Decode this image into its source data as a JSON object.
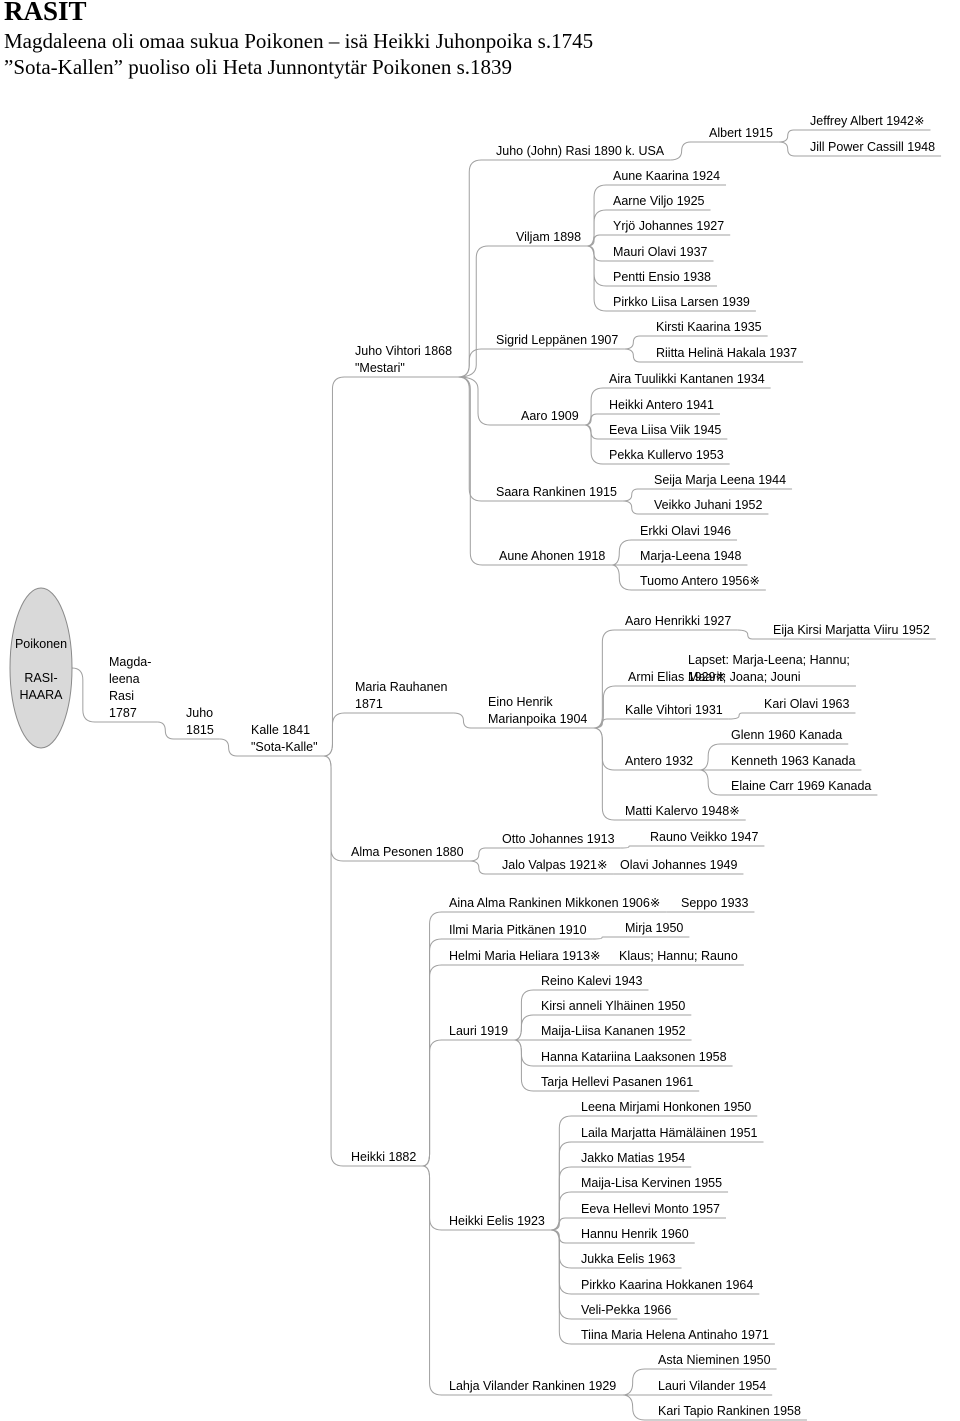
{
  "header": {
    "title": "RASIT",
    "line1": "Magdaleena oli omaa sukua Poikonen – isä Heikki Juhonpoika s.1745",
    "line2": "”Sota-Kallen” puoliso oli Heta Junnontytär Poikonen s.1839"
  },
  "tree": {
    "root": {
      "line1": "Poikonen",
      "line2": "RASI-",
      "line3": "HAARA"
    },
    "nodes": [
      {
        "id": "magdaleena",
        "lines": [
          "Magda-",
          "leena",
          "Rasi",
          "1787"
        ]
      },
      {
        "id": "juho1815",
        "lines": [
          "Juho",
          "1815"
        ]
      },
      {
        "id": "kalle1841",
        "lines": [
          "Kalle 1841",
          "\"Sota-Kalle\""
        ]
      },
      {
        "id": "juhovihtori",
        "lines": [
          "Juho Vihtori 1868",
          "\"Mestari\""
        ]
      },
      {
        "id": "mariarauhanen",
        "lines": [
          "Maria Rauhanen",
          "1871"
        ]
      },
      {
        "id": "almapesonen",
        "lines": [
          "Alma Pesonen 1880"
        ]
      },
      {
        "id": "heikki1882",
        "lines": [
          "Heikki 1882"
        ]
      },
      {
        "id": "juhojohn",
        "lines": [
          "Juho (John) Rasi 1890 k. USA"
        ]
      },
      {
        "id": "albert",
        "lines": [
          "Albert 1915"
        ]
      },
      {
        "id": "jeffrey",
        "lines": [
          "Jeffrey Albert 1942※"
        ]
      },
      {
        "id": "jill",
        "lines": [
          "Jill Power Cassill 1948"
        ]
      },
      {
        "id": "viljam",
        "lines": [
          "Viljam 1898"
        ]
      },
      {
        "id": "aune1924",
        "lines": [
          "Aune Kaarina 1924"
        ]
      },
      {
        "id": "aarne",
        "lines": [
          "Aarne Viljo 1925"
        ]
      },
      {
        "id": "yrjo",
        "lines": [
          "Yrjö Johannes 1927"
        ]
      },
      {
        "id": "mauri",
        "lines": [
          "Mauri Olavi 1937"
        ]
      },
      {
        "id": "pentti",
        "lines": [
          "Pentti Ensio 1938"
        ]
      },
      {
        "id": "pirkko1939",
        "lines": [
          "Pirkko Liisa Larsen 1939"
        ]
      },
      {
        "id": "sigrid",
        "lines": [
          "Sigrid Leppänen 1907"
        ]
      },
      {
        "id": "kirsti",
        "lines": [
          "Kirsti Kaarina 1935"
        ]
      },
      {
        "id": "riitta",
        "lines": [
          "Riitta Helinä Hakala 1937"
        ]
      },
      {
        "id": "aaro1909",
        "lines": [
          "Aaro 1909"
        ]
      },
      {
        "id": "aira",
        "lines": [
          "Aira Tuulikki Kantanen 1934"
        ]
      },
      {
        "id": "heikkiantero",
        "lines": [
          "Heikki Antero 1941"
        ]
      },
      {
        "id": "eeva",
        "lines": [
          "Eeva Liisa Viik 1945"
        ]
      },
      {
        "id": "pekka",
        "lines": [
          "Pekka Kullervo 1953"
        ]
      },
      {
        "id": "saara",
        "lines": [
          "Saara Rankinen 1915"
        ]
      },
      {
        "id": "seija",
        "lines": [
          "Seija Marja Leena 1944"
        ]
      },
      {
        "id": "veikko",
        "lines": [
          "Veikko Juhani 1952"
        ]
      },
      {
        "id": "auneahonen",
        "lines": [
          "Aune Ahonen 1918"
        ]
      },
      {
        "id": "erkki",
        "lines": [
          "Erkki Olavi 1946"
        ]
      },
      {
        "id": "marjaleena",
        "lines": [
          "Marja-Leena 1948"
        ]
      },
      {
        "id": "tuomo",
        "lines": [
          "Tuomo Antero 1956※"
        ]
      },
      {
        "id": "einohenrik",
        "lines": [
          "Eino Henrik",
          "Marianpoika 1904"
        ]
      },
      {
        "id": "aarohenrikki",
        "lines": [
          "Aaro Henrikki 1927"
        ]
      },
      {
        "id": "eija",
        "lines": [
          "Eija Kirsi Marjatta Viiru 1952"
        ]
      },
      {
        "id": "armi",
        "lines": [
          "Armi Elias 1929※"
        ]
      },
      {
        "id": "lapset",
        "lines": [
          "Lapset: Marja-Leena; Hannu;",
          "Maarit; Joana; Jouni"
        ]
      },
      {
        "id": "kallevihtori",
        "lines": [
          "Kalle Vihtori 1931"
        ]
      },
      {
        "id": "kariolavi",
        "lines": [
          "Kari Olavi 1963"
        ]
      },
      {
        "id": "antero1932",
        "lines": [
          "Antero 1932"
        ]
      },
      {
        "id": "glenn",
        "lines": [
          "Glenn 1960 Kanada"
        ]
      },
      {
        "id": "kenneth",
        "lines": [
          "Kenneth 1963 Kanada"
        ]
      },
      {
        "id": "elaine",
        "lines": [
          "Elaine Carr 1969 Kanada"
        ]
      },
      {
        "id": "matti",
        "lines": [
          "Matti Kalervo 1948※"
        ]
      },
      {
        "id": "otto",
        "lines": [
          "Otto Johannes 1913"
        ]
      },
      {
        "id": "rauno",
        "lines": [
          "Rauno Veikko 1947"
        ]
      },
      {
        "id": "jalo",
        "lines": [
          "Jalo Valpas 1921※"
        ]
      },
      {
        "id": "olavi",
        "lines": [
          "Olavi Johannes 1949"
        ]
      },
      {
        "id": "aina",
        "lines": [
          "Aina Alma Rankinen Mikkonen 1906※"
        ]
      },
      {
        "id": "seppo",
        "lines": [
          "Seppo 1933"
        ]
      },
      {
        "id": "ilmi",
        "lines": [
          "Ilmi Maria Pitkänen 1910"
        ]
      },
      {
        "id": "mirja",
        "lines": [
          "Mirja 1950"
        ]
      },
      {
        "id": "helmi",
        "lines": [
          "Helmi Maria Heliara 1913※"
        ]
      },
      {
        "id": "klaus",
        "lines": [
          "Klaus; Hannu; Rauno"
        ]
      },
      {
        "id": "lauri1919",
        "lines": [
          "Lauri 1919"
        ]
      },
      {
        "id": "reino",
        "lines": [
          "Reino Kalevi 1943"
        ]
      },
      {
        "id": "kirsianneli",
        "lines": [
          "Kirsi anneli Ylhäinen 1950"
        ]
      },
      {
        "id": "maijaliisa",
        "lines": [
          "Maija-Liisa Kananen 1952"
        ]
      },
      {
        "id": "hanna",
        "lines": [
          "Hanna Katariina Laaksonen 1958"
        ]
      },
      {
        "id": "tarja",
        "lines": [
          "Tarja Hellevi Pasanen 1961"
        ]
      },
      {
        "id": "heikkieelis",
        "lines": [
          "Heikki Eelis 1923"
        ]
      },
      {
        "id": "leena",
        "lines": [
          "Leena Mirjami Honkonen 1950"
        ]
      },
      {
        "id": "laila",
        "lines": [
          "Laila Marjatta Hämäläinen 1951"
        ]
      },
      {
        "id": "jakko",
        "lines": [
          "Jakko Matias 1954"
        ]
      },
      {
        "id": "maijalisa",
        "lines": [
          "Maija-Lisa Kervinen 1955"
        ]
      },
      {
        "id": "eevahellevi",
        "lines": [
          "Eeva Hellevi Monto 1957"
        ]
      },
      {
        "id": "hannuhenrik",
        "lines": [
          "Hannu Henrik 1960"
        ]
      },
      {
        "id": "jukka",
        "lines": [
          "Jukka Eelis 1963"
        ]
      },
      {
        "id": "pirkkokaarina",
        "lines": [
          "Pirkko Kaarina Hokkanen 1964"
        ]
      },
      {
        "id": "velipekka",
        "lines": [
          "Veli-Pekka 1966"
        ]
      },
      {
        "id": "tiina",
        "lines": [
          "Tiina Maria Helena Antinaho 1971"
        ]
      },
      {
        "id": "lahja",
        "lines": [
          "Lahja Vilander Rankinen 1929"
        ]
      },
      {
        "id": "asta",
        "lines": [
          "Asta Nieminen 1950"
        ]
      },
      {
        "id": "laurivilander",
        "lines": [
          "Lauri Vilander 1954"
        ]
      },
      {
        "id": "karitapio",
        "lines": [
          "Kari Tapio Rankinen 1958"
        ]
      }
    ],
    "edges": [
      [
        "root",
        "magdaleena"
      ],
      [
        "magdaleena",
        "juho1815"
      ],
      [
        "juho1815",
        "kalle1841"
      ],
      [
        "kalle1841",
        "juhovihtori"
      ],
      [
        "kalle1841",
        "mariarauhanen"
      ],
      [
        "kalle1841",
        "almapesonen"
      ],
      [
        "kalle1841",
        "heikki1882"
      ],
      [
        "juhovihtori",
        "juhojohn"
      ],
      [
        "juhovihtori",
        "viljam"
      ],
      [
        "juhovihtori",
        "sigrid"
      ],
      [
        "juhovihtori",
        "aaro1909"
      ],
      [
        "juhovihtori",
        "saara"
      ],
      [
        "juhovihtori",
        "auneahonen"
      ],
      [
        "juhojohn",
        "albert"
      ],
      [
        "albert",
        "jeffrey"
      ],
      [
        "albert",
        "jill"
      ],
      [
        "viljam",
        "aune1924"
      ],
      [
        "viljam",
        "aarne"
      ],
      [
        "viljam",
        "yrjo"
      ],
      [
        "viljam",
        "mauri"
      ],
      [
        "viljam",
        "pentti"
      ],
      [
        "viljam",
        "pirkko1939"
      ],
      [
        "sigrid",
        "kirsti"
      ],
      [
        "sigrid",
        "riitta"
      ],
      [
        "aaro1909",
        "aira"
      ],
      [
        "aaro1909",
        "heikkiantero"
      ],
      [
        "aaro1909",
        "eeva"
      ],
      [
        "aaro1909",
        "pekka"
      ],
      [
        "saara",
        "seija"
      ],
      [
        "saara",
        "veikko"
      ],
      [
        "auneahonen",
        "erkki"
      ],
      [
        "auneahonen",
        "marjaleena"
      ],
      [
        "auneahonen",
        "tuomo"
      ],
      [
        "mariarauhanen",
        "einohenrik"
      ],
      [
        "einohenrik",
        "aarohenrikki"
      ],
      [
        "einohenrik",
        "armi"
      ],
      [
        "einohenrik",
        "kallevihtori"
      ],
      [
        "einohenrik",
        "antero1932"
      ],
      [
        "einohenrik",
        "matti"
      ],
      [
        "aarohenrikki",
        "eija"
      ],
      [
        "armi",
        "lapset"
      ],
      [
        "kallevihtori",
        "kariolavi"
      ],
      [
        "antero1932",
        "glenn"
      ],
      [
        "antero1932",
        "kenneth"
      ],
      [
        "antero1932",
        "elaine"
      ],
      [
        "almapesonen",
        "otto"
      ],
      [
        "almapesonen",
        "jalo"
      ],
      [
        "otto",
        "rauno"
      ],
      [
        "jalo",
        "olavi"
      ],
      [
        "heikki1882",
        "aina"
      ],
      [
        "heikki1882",
        "ilmi"
      ],
      [
        "heikki1882",
        "helmi"
      ],
      [
        "heikki1882",
        "lauri1919"
      ],
      [
        "heikki1882",
        "heikkieelis"
      ],
      [
        "heikki1882",
        "lahja"
      ],
      [
        "aina",
        "seppo"
      ],
      [
        "ilmi",
        "mirja"
      ],
      [
        "helmi",
        "klaus"
      ],
      [
        "lauri1919",
        "reino"
      ],
      [
        "lauri1919",
        "kirsianneli"
      ],
      [
        "lauri1919",
        "maijaliisa"
      ],
      [
        "lauri1919",
        "hanna"
      ],
      [
        "lauri1919",
        "tarja"
      ],
      [
        "heikkieelis",
        "leena"
      ],
      [
        "heikkieelis",
        "laila"
      ],
      [
        "heikkieelis",
        "jakko"
      ],
      [
        "heikkieelis",
        "maijalisa"
      ],
      [
        "heikkieelis",
        "eevahellevi"
      ],
      [
        "heikkieelis",
        "hannuhenrik"
      ],
      [
        "heikkieelis",
        "jukka"
      ],
      [
        "heikkieelis",
        "pirkkokaarina"
      ],
      [
        "heikkieelis",
        "velipekka"
      ],
      [
        "heikkieelis",
        "tiina"
      ],
      [
        "lahja",
        "asta"
      ],
      [
        "lahja",
        "laurivilander"
      ],
      [
        "lahja",
        "karitapio"
      ]
    ]
  }
}
